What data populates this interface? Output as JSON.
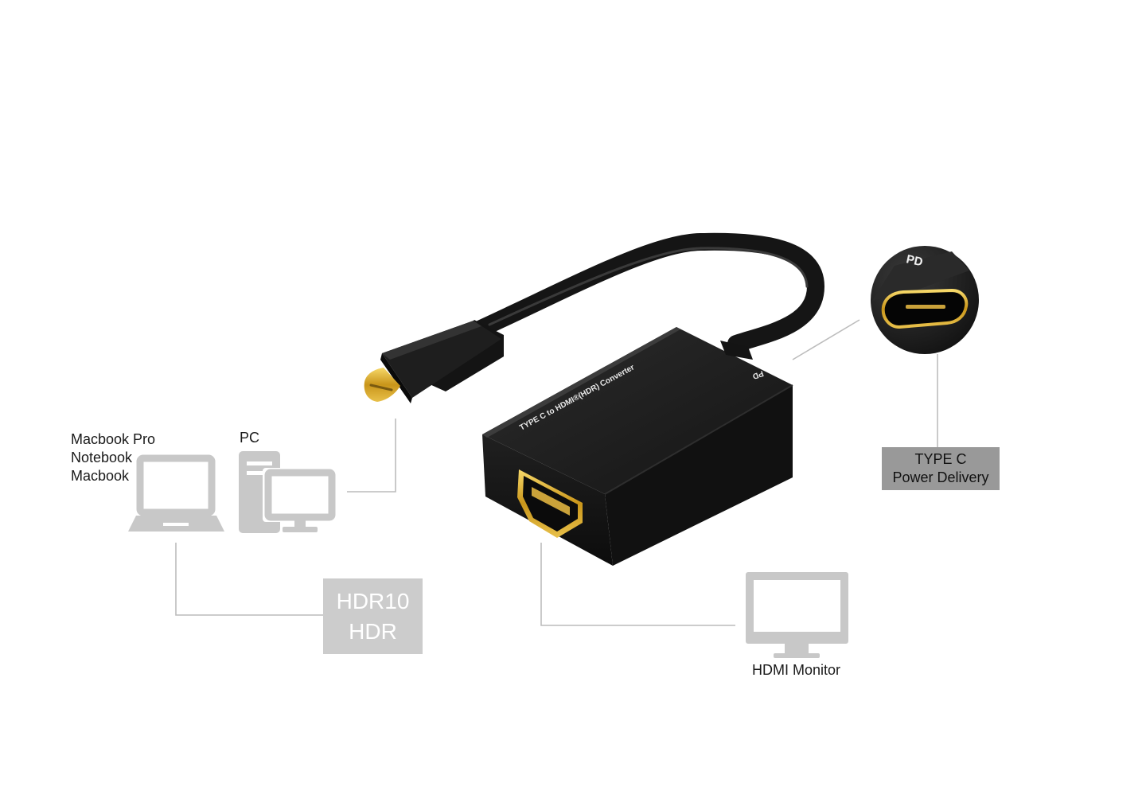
{
  "labels": {
    "laptop_devices": "Macbook Pro\nNotebook\nMacbook",
    "pc": "PC",
    "hdmi_monitor": "HDMI Monitor"
  },
  "boxes": {
    "hdr": [
      "HDR10",
      "HDR"
    ],
    "power_delivery": [
      "TYPE C",
      "Power Delivery"
    ]
  },
  "product": {
    "print_text": "TYPE C to HDMI®(HDR) Converter",
    "pd_mark": "PD",
    "pd_closeup_mark": "PD"
  },
  "colors": {
    "device_icon": "#c8c8c8",
    "connector_line": "#bcbcbc",
    "product_body": "#1b1b1b",
    "gold": "#d4a017"
  }
}
